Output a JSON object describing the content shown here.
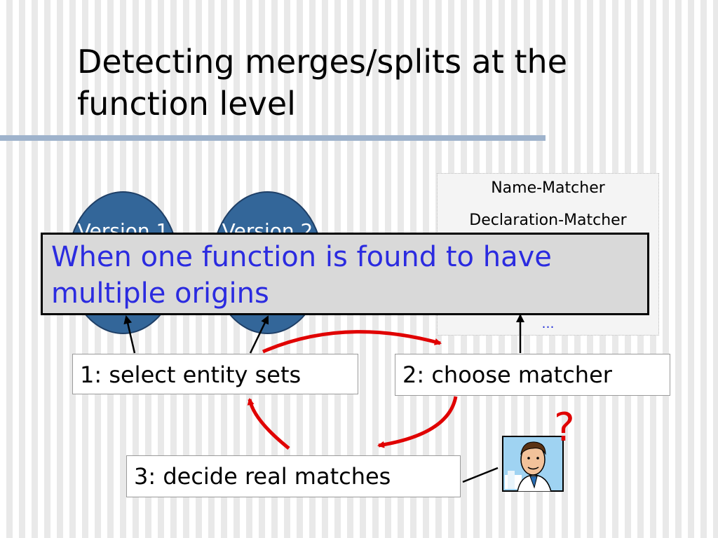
{
  "slide": {
    "title": "Detecting merges/splits at the function level"
  },
  "matchers": {
    "items": [
      "Name-Matcher",
      "Declaration-Matcher",
      "…"
    ]
  },
  "versions": {
    "v1": "Version 1",
    "v2": "Version 2"
  },
  "callout": {
    "text": "When one function is found to have multiple origins"
  },
  "steps": {
    "step1": "1: select entity sets",
    "step2": "2: choose matcher",
    "step3": "3: decide real matches"
  },
  "figure": {
    "question_mark": "?",
    "person_icon": "person-clipart-icon"
  },
  "colors": {
    "arrow_red": "#e00000",
    "version_fill": "#336699",
    "callout_text": "#2b2be0",
    "callout_bg": "#d9d9d9",
    "title_rule": "#9fb3cc"
  }
}
